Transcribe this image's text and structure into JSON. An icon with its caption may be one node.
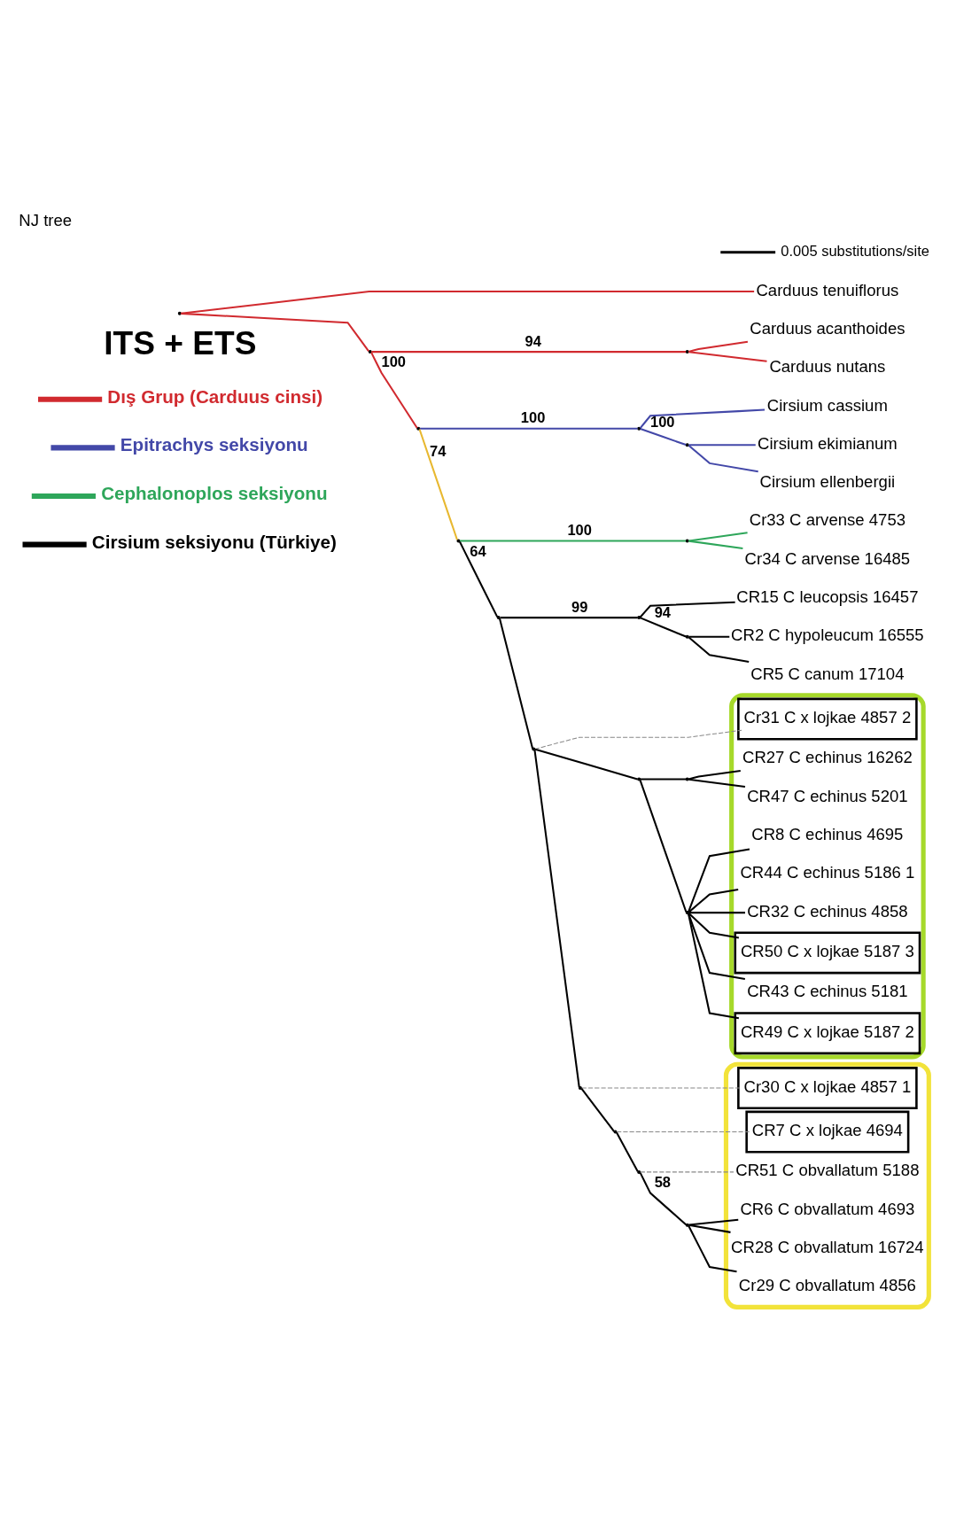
{
  "diagram": {
    "title": "NJ tree",
    "nodes": [
      {
        "text": [],
        "shape": "point"
      },
      {
        "text": [
          "Carduus tenuiflorus"
        ]
      },
      {
        "text": [],
        "shape": "point"
      },
      {
        "text": [],
        "shape": "point"
      },
      {
        "text": [
          "Carduus acanthoides"
        ]
      },
      {
        "text": [
          "Carduus nutans"
        ]
      },
      {
        "text": [],
        "shape": "point"
      },
      {
        "text": [],
        "shape": "point"
      },
      {
        "text": [
          "Cirsium cassium"
        ]
      },
      {
        "text": [],
        "shape": "point"
      },
      {
        "text": [
          "Cirsium ekimianum"
        ]
      },
      {
        "text": [
          "Cirsium ellenbergii"
        ]
      },
      {
        "text": [],
        "shape": "point"
      },
      {
        "text": [],
        "shape": "point"
      },
      {
        "text": [
          "Cr33 C arvense 4753"
        ]
      },
      {
        "text": [
          "Cr34 C arvense 16485"
        ]
      },
      {
        "text": [],
        "shape": "point"
      },
      {
        "text": [],
        "shape": "point"
      },
      {
        "text": [
          "CR15 C leucopsis 16457"
        ]
      },
      {
        "text": [],
        "shape": "point"
      },
      {
        "text": [
          "CR2 C hypoleucum 16555"
        ]
      },
      {
        "text": [
          "CR5 C canum 17104"
        ]
      },
      {
        "text": [],
        "shape": "box"
      },
      {
        "text": [],
        "shape": "point"
      },
      {
        "text": [],
        "shape": "point"
      },
      {
        "text": [],
        "shape": "point"
      },
      {
        "text": [
          "CR27 C echinus 16262"
        ],
        "in": 22
      },
      {
        "text": [
          "CR47 C echinus 5201"
        ],
        "in": 22
      },
      {
        "text": [],
        "shape": "point"
      },
      {
        "text": [
          "CR8 C echinus 4695"
        ],
        "in": 22
      },
      {
        "text": [
          "CR44 C echinus 5186 1"
        ],
        "in": 22
      },
      {
        "text": [
          "CR32 C echinus 4858"
        ],
        "in": 22
      },
      {
        "text": [],
        "shape": "box",
        "in": 22
      },
      {
        "text": [
          "CR50 C x lojkae 5187 3"
        ],
        "in": 32
      },
      {
        "text": [
          "CR43 C echinus 5181"
        ],
        "in": 22
      },
      {
        "text": [],
        "shape": "box",
        "in": 22
      },
      {
        "text": [
          "CR49 C x lojkae 5187 2"
        ],
        "in": 35
      },
      {
        "text": [],
        "shape": "box",
        "in": 22
      },
      {
        "text": [
          "Cr31 C x lojkae 4857 2"
        ],
        "in": 37
      },
      {
        "text": [],
        "shape": "box"
      },
      {
        "text": [],
        "shape": "point"
      },
      {
        "text": [],
        "shape": "box",
        "in": 39
      },
      {
        "text": [
          "Cr30 C x lojkae 4857 1"
        ],
        "in": 41
      },
      {
        "text": [],
        "shape": "point"
      },
      {
        "text": [],
        "shape": "box",
        "in": 39
      },
      {
        "text": [
          "CR7 C x lojkae 4694"
        ],
        "in": 44
      },
      {
        "text": [],
        "shape": "point"
      },
      {
        "text": [],
        "shape": "point"
      },
      {
        "text": [
          "CR6 C obvallatum 4693"
        ],
        "in": 39
      },
      {
        "text": [
          "CR28 C obvallatum 16724"
        ],
        "in": 39
      },
      {
        "text": [
          "Cr29 C obvallatum 4856"
        ],
        "in": 39
      },
      {
        "text": [
          "CR51 C obvallatum 5188"
        ],
        "in": 39
      }
    ],
    "edges": [
      {
        "from": 0,
        "to": 1,
        "arrow": "none",
        "color": "#d12a2f"
      },
      {
        "from": 0,
        "to": 2,
        "arrow": "none",
        "color": "#d12a2f"
      },
      {
        "from": 2,
        "to": 3,
        "arrow": "none",
        "color": "#d12a2f",
        "label": "94"
      },
      {
        "from": 3,
        "to": 4,
        "arrow": "none",
        "color": "#d12a2f"
      },
      {
        "from": 3,
        "to": 5,
        "arrow": "none",
        "color": "#d12a2f"
      },
      {
        "from": 2,
        "to": 6,
        "arrow": "none",
        "color": "#d12a2f",
        "label": "100"
      },
      {
        "from": 6,
        "to": 7,
        "arrow": "none",
        "color": "#4348a8",
        "label": "100"
      },
      {
        "from": 7,
        "to": 8,
        "arrow": "none",
        "color": "#4348a8"
      },
      {
        "from": 7,
        "to": 9,
        "arrow": "none",
        "color": "#4348a8",
        "label": "100"
      },
      {
        "from": 9,
        "to": 10,
        "arrow": "none",
        "color": "#4348a8"
      },
      {
        "from": 9,
        "to": 11,
        "arrow": "none",
        "color": "#4348a8"
      },
      {
        "from": 6,
        "to": 12,
        "arrow": "none",
        "color": "#e8b830",
        "label": "74"
      },
      {
        "from": 12,
        "to": 13,
        "arrow": "none",
        "color": "#2ea65a",
        "label": "100"
      },
      {
        "from": 13,
        "to": 14,
        "arrow": "none",
        "color": "#2ea65a"
      },
      {
        "from": 13,
        "to": 15,
        "arrow": "none",
        "color": "#2ea65a"
      },
      {
        "from": 12,
        "to": 16,
        "arrow": "none",
        "label": "64"
      },
      {
        "from": 16,
        "to": 17,
        "arrow": "none",
        "label": "99"
      },
      {
        "from": 17,
        "to": 18,
        "arrow": "none"
      },
      {
        "from": 17,
        "to": 19,
        "arrow": "none",
        "label": "94"
      },
      {
        "from": 19,
        "to": 20,
        "arrow": "none"
      },
      {
        "from": 19,
        "to": 21,
        "arrow": "none"
      },
      {
        "from": 16,
        "to": 23,
        "arrow": "none"
      },
      {
        "from": 23,
        "to": 24,
        "arrow": "none"
      },
      {
        "from": 24,
        "to": 25,
        "arrow": "none"
      },
      {
        "from": 25,
        "to": 26,
        "arrow": "none"
      },
      {
        "from": 25,
        "to": 27,
        "arrow": "none"
      },
      {
        "from": 24,
        "to": 28,
        "arrow": "none"
      },
      {
        "from": 28,
        "to": 29,
        "arrow": "none"
      },
      {
        "from": 28,
        "to": 30,
        "arrow": "none"
      },
      {
        "from": 28,
        "to": 31,
        "arrow": "none"
      },
      {
        "from": 28,
        "to": 33,
        "arrow": "none"
      },
      {
        "from": 28,
        "to": 34,
        "arrow": "none"
      },
      {
        "from": 28,
        "to": 36,
        "arrow": "none"
      },
      {
        "from": 23,
        "to": 38,
        "arrow": "none",
        "style": "dashed",
        "color": "#888888"
      },
      {
        "from": 23,
        "to": 40,
        "arrow": "none"
      },
      {
        "from": 40,
        "to": 42,
        "arrow": "none",
        "style": "dashed",
        "color": "#888888"
      },
      {
        "from": 40,
        "to": 43,
        "arrow": "none"
      },
      {
        "from": 43,
        "to": 45,
        "arrow": "none",
        "style": "dashed",
        "color": "#888888"
      },
      {
        "from": 43,
        "to": 46,
        "arrow": "none"
      },
      {
        "from": 46,
        "to": 47,
        "arrow": "none",
        "label": "58"
      },
      {
        "from": 47,
        "to": 48,
        "arrow": "none"
      },
      {
        "from": 47,
        "to": 49,
        "arrow": "none"
      },
      {
        "from": 47,
        "to": 50,
        "arrow": "none"
      },
      {
        "from": 46,
        "to": 51,
        "arrow": "none",
        "style": "dashed",
        "color": "#888888"
      }
    ],
    "labels": [
      "ITS + ETS",
      "0.005 substitutions/site"
    ],
    "legend": [
      {
        "text": "Dış Grup (Carduus cinsi)",
        "color": "#d12a2f"
      },
      {
        "text": "Epitrachys seksiyonu",
        "color": "#4348a8"
      },
      {
        "text": "Cephalonoplos seksiyonu",
        "color": "#2ea65a"
      },
      {
        "text": "Cirsium seksiyonu (Türkiye)",
        "color": "#000000"
      }
    ]
  }
}
